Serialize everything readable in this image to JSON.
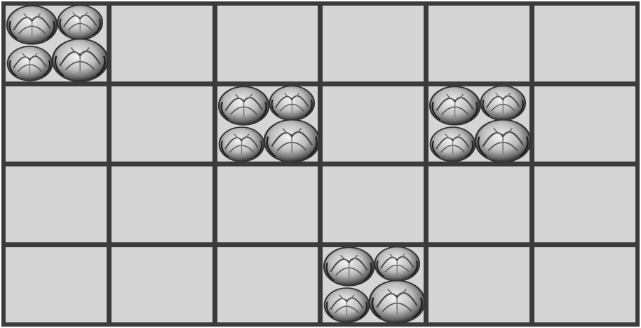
{
  "grid": {
    "rows": 4,
    "columns": 6,
    "cell_color": "#d5d5d5",
    "line_color": "#3b3b3b"
  },
  "cabbage_cells": [
    {
      "row": 1,
      "col": 1
    },
    {
      "row": 2,
      "col": 3
    },
    {
      "row": 2,
      "col": 5
    },
    {
      "row": 4,
      "col": 4
    }
  ],
  "icon": "cabbage-icon"
}
